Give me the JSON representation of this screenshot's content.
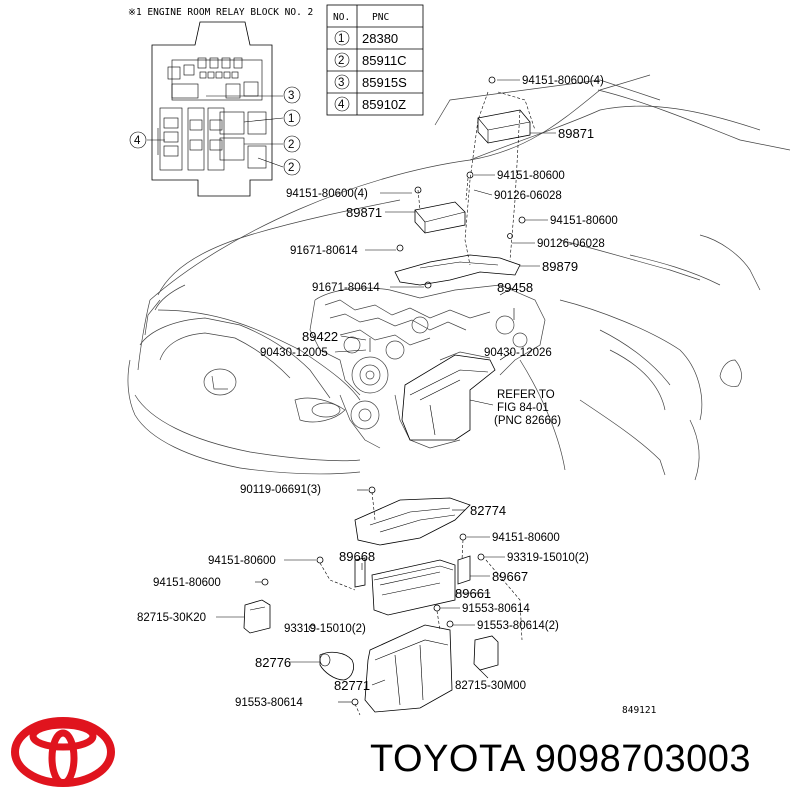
{
  "relay_block_title": "※1 ENGINE ROOM RELAY BLOCK NO. 2",
  "pnc_table": {
    "headers": [
      "NO.",
      "PNC"
    ],
    "rows": [
      {
        "no": "1",
        "pnc": "28380"
      },
      {
        "no": "2",
        "pnc": "85911C"
      },
      {
        "no": "3",
        "pnc": "85915S"
      },
      {
        "no": "4",
        "pnc": "85910Z"
      }
    ]
  },
  "relay_callouts": [
    "3",
    "1",
    "2",
    "2",
    "4"
  ],
  "part_labels": {
    "p94151_80600_4_a": "94151-80600(4)",
    "p89871_a": "89871",
    "p94151_80600_a": "94151-80600",
    "p90126_06028_a": "90126-06028",
    "p94151_80600_4_b": "94151-80600(4)",
    "p89871_b": "89871",
    "p94151_80600_b": "94151-80600",
    "p91671_80614_a": "91671-80614",
    "p90126_06028_b": "90126-06028",
    "p89879": "89879",
    "p91671_80614_b": "91671-80614",
    "p89458": "89458",
    "p89422": "89422",
    "p90430_12005": "90430-12005",
    "p90430_12026": "90430-12026",
    "refer_1": "REFER TO",
    "refer_2": "FIG 84-01",
    "refer_3": "(PNC 82666)",
    "p90119_06691": "90119-06691(3)",
    "p82774": "82774",
    "p94151_80600_c": "94151-80600",
    "p94151_80600_d": "94151-80600",
    "p89668": "89668",
    "p93319_15010_a": "93319-15010(2)",
    "p89667": "89667",
    "p94151_80600_e": "94151-80600",
    "p89661": "89661",
    "p82715_30K20": "82715-30K20",
    "p91553_80614_a": "91553-80614",
    "p93319_15010_b": "93319-15010(2)",
    "p91553_80614_b": "91553-80614(2)",
    "p82776": "82776",
    "p82771": "82771",
    "p82715_30M00": "82715-30M00",
    "p91553_80614_c": "91553-80614",
    "diagram_id": "849121"
  },
  "brand": {
    "name": "TOYOTA",
    "part_number": "9098703003",
    "logo_color": "#e0141e"
  }
}
